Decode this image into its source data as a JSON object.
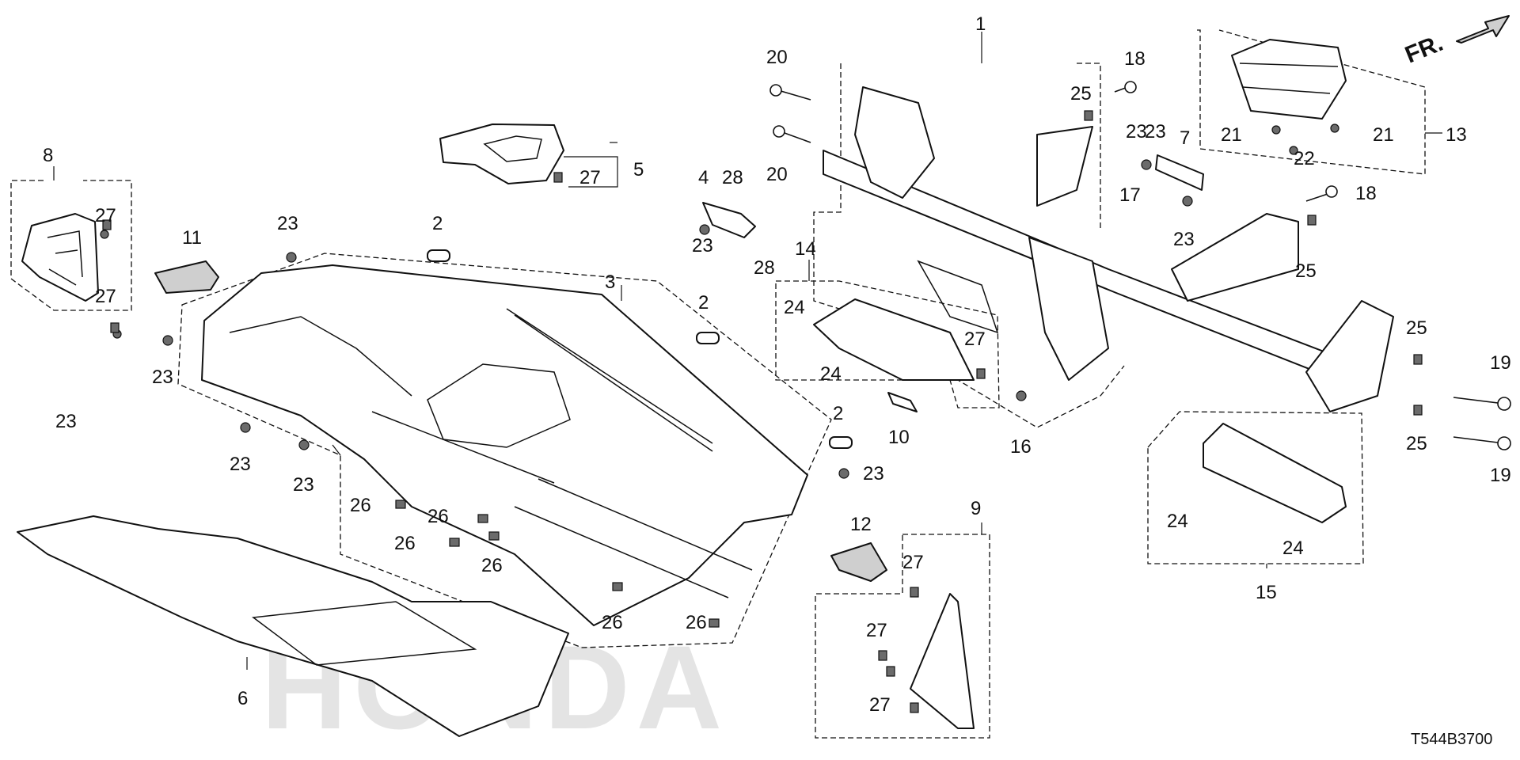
{
  "diagram": {
    "code": "T544B3700",
    "direction_label": "FR.",
    "watermark": "HONDA",
    "callouts": [
      {
        "id": "c1",
        "text": "1"
      },
      {
        "id": "c2a",
        "text": "2"
      },
      {
        "id": "c2b",
        "text": "2"
      },
      {
        "id": "c2c",
        "text": "2"
      },
      {
        "id": "c3",
        "text": "3"
      },
      {
        "id": "c4",
        "text": "4"
      },
      {
        "id": "c5",
        "text": "5"
      },
      {
        "id": "c6",
        "text": "6"
      },
      {
        "id": "c7",
        "text": "7"
      },
      {
        "id": "c8",
        "text": "8"
      },
      {
        "id": "c9",
        "text": "9"
      },
      {
        "id": "c10",
        "text": "10"
      },
      {
        "id": "c11",
        "text": "11"
      },
      {
        "id": "c12",
        "text": "12"
      },
      {
        "id": "c13",
        "text": "13"
      },
      {
        "id": "c14",
        "text": "14"
      },
      {
        "id": "c15",
        "text": "15"
      },
      {
        "id": "c16",
        "text": "16"
      },
      {
        "id": "c17",
        "text": "17"
      },
      {
        "id": "c18a",
        "text": "18"
      },
      {
        "id": "c18b",
        "text": "18"
      },
      {
        "id": "c19a",
        "text": "19"
      },
      {
        "id": "c19b",
        "text": "19"
      },
      {
        "id": "c20a",
        "text": "20"
      },
      {
        "id": "c20b",
        "text": "20"
      },
      {
        "id": "c21a",
        "text": "21"
      },
      {
        "id": "c21b",
        "text": "21"
      },
      {
        "id": "c22",
        "text": "22"
      },
      {
        "id": "c23a",
        "text": "23"
      },
      {
        "id": "c23b",
        "text": "23"
      },
      {
        "id": "c23c",
        "text": "23"
      },
      {
        "id": "c23d",
        "text": "23"
      },
      {
        "id": "c23e",
        "text": "23"
      },
      {
        "id": "c23f",
        "text": "23"
      },
      {
        "id": "c23g",
        "text": "23"
      },
      {
        "id": "c23h",
        "text": "23"
      },
      {
        "id": "c23i",
        "text": "23"
      },
      {
        "id": "c23j",
        "text": "23"
      },
      {
        "id": "c24a",
        "text": "24"
      },
      {
        "id": "c24b",
        "text": "24"
      },
      {
        "id": "c24c",
        "text": "24"
      },
      {
        "id": "c24d",
        "text": "24"
      },
      {
        "id": "c25a",
        "text": "25"
      },
      {
        "id": "c25b",
        "text": "25"
      },
      {
        "id": "c25c",
        "text": "25"
      },
      {
        "id": "c25d",
        "text": "25"
      },
      {
        "id": "c26a",
        "text": "26"
      },
      {
        "id": "c26b",
        "text": "26"
      },
      {
        "id": "c26c",
        "text": "26"
      },
      {
        "id": "c26d",
        "text": "26"
      },
      {
        "id": "c26e",
        "text": "26"
      },
      {
        "id": "c26f",
        "text": "26"
      },
      {
        "id": "c27a",
        "text": "27"
      },
      {
        "id": "c27b",
        "text": "27"
      },
      {
        "id": "c27c",
        "text": "27"
      },
      {
        "id": "c27d",
        "text": "27"
      },
      {
        "id": "c27e",
        "text": "27"
      },
      {
        "id": "c27f",
        "text": "27"
      },
      {
        "id": "c27g",
        "text": "27"
      },
      {
        "id": "c28a",
        "text": "28"
      },
      {
        "id": "c28b",
        "text": "28"
      }
    ]
  }
}
